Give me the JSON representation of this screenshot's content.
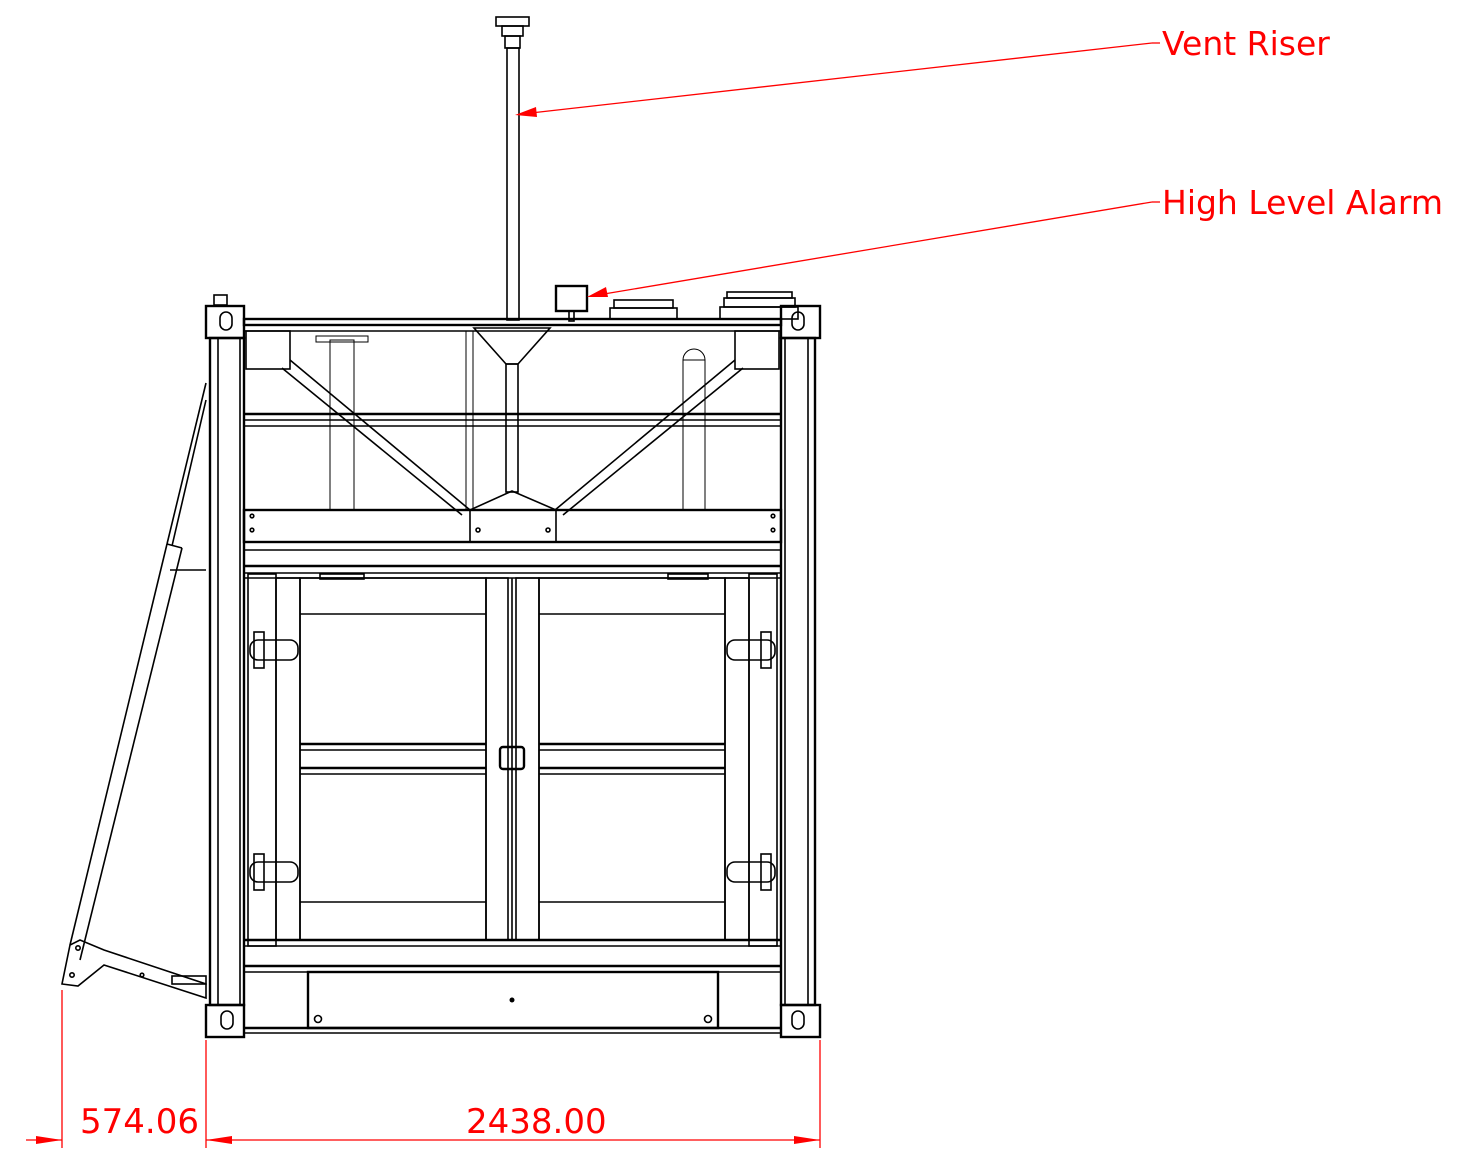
{
  "callouts": {
    "vent_riser": "Vent Riser",
    "high_level_alarm": "High Level Alarm"
  },
  "dimensions": {
    "left_offset": "574.06",
    "overall_width": "2438.00"
  },
  "colors": {
    "annotation": "#ff0000",
    "linework": "#000000",
    "background": "#ffffff"
  }
}
